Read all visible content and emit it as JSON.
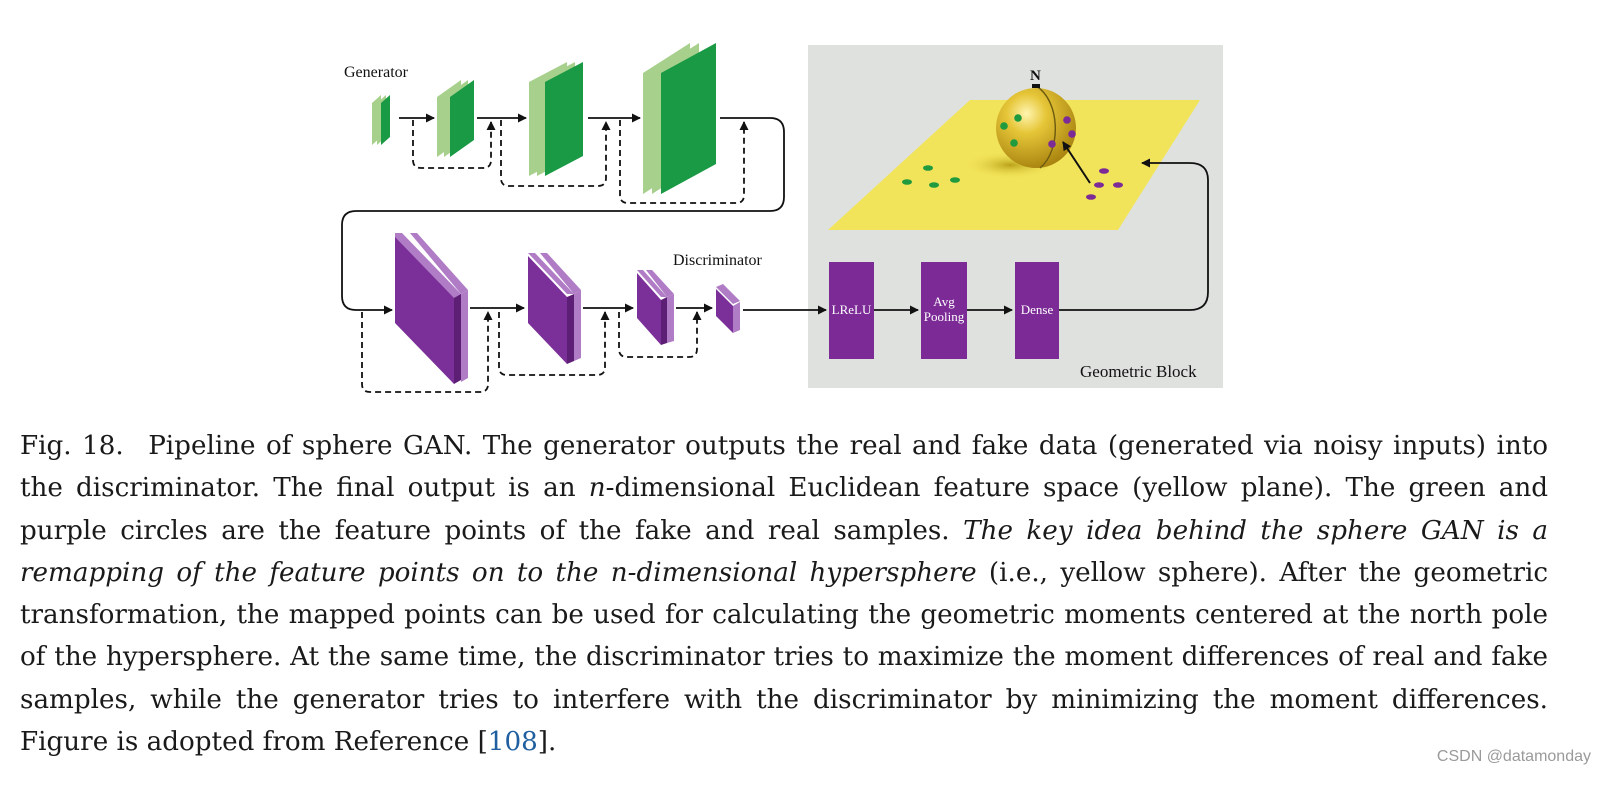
{
  "figure": {
    "generator_label": "Generator",
    "discriminator_label": "Discriminator",
    "geometric_block_label": "Geometric Block",
    "north_label": "N",
    "blocks": {
      "lrelu": "LReLU",
      "avg_line1": "Avg",
      "avg_line2": "Pooling",
      "dense": "Dense"
    },
    "colors": {
      "generator_face": "#1a9a45",
      "generator_side": "#a8d08d",
      "discriminator_face": "#7b2f98",
      "discriminator_side": "#b07cc6",
      "block_purple": "#7b2a96",
      "panel_bg": "#dfe1df",
      "plane_yellow": "#f2e45a",
      "sphere_gold": "#d9b427"
    }
  },
  "caption": {
    "label": "Fig. 18.",
    "part1": "Pipeline of sphere GAN. The generator outputs the real and fake data (generated via noisy inputs) into the discriminator. The final output is an ",
    "n1": "n",
    "part2": "-dimensional Euclidean feature space (yellow plane). The green and purple circles are the feature points of the fake and real samples. ",
    "italic_a": "The key idea behind the sphere GAN is a remapping of the feature points on to the ",
    "italic_n": "n",
    "italic_b": "-dimensional hypersphere",
    "part3": " (i.e., yellow sphere). After the geometric transformation, the mapped points can be used for calculating the geometric moments centered at the north pole of the hypersphere. At the same time, the discriminator tries to maximize the moment differences of real and fake samples, while the generator tries to interfere with the discriminator by minimizing the moment differences. Figure is adopted from Reference [",
    "ref": "108",
    "part4": "]."
  },
  "watermark": "CSDN @datamonday"
}
